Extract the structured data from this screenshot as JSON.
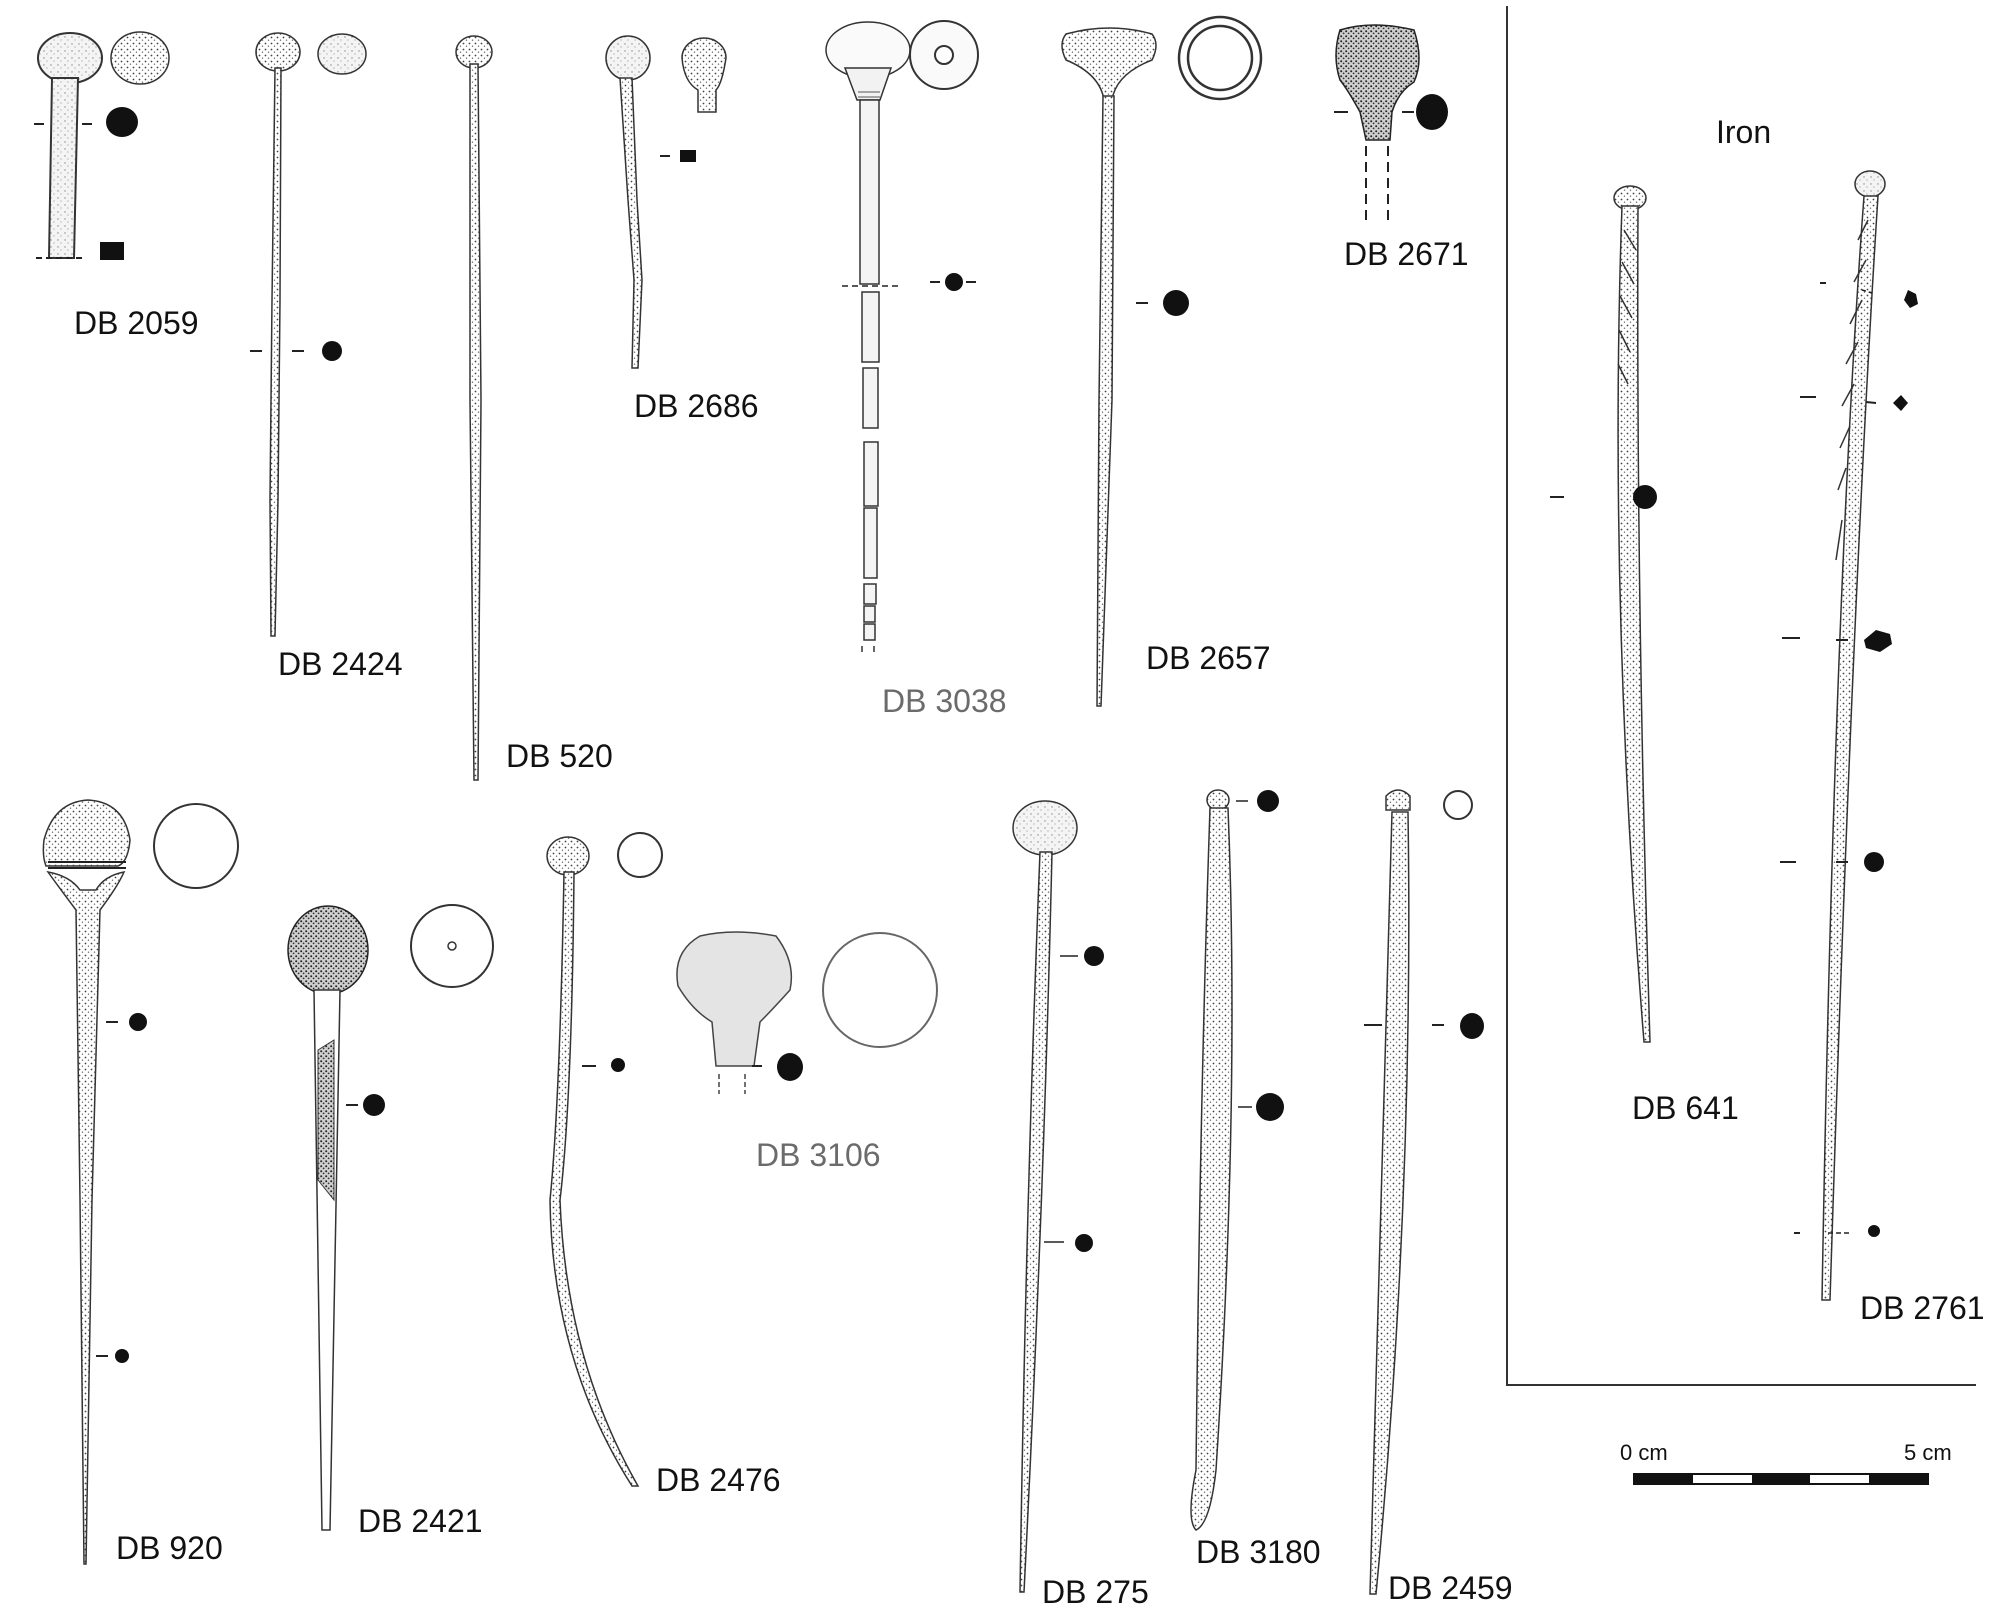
{
  "plate": {
    "group_label": "Iron",
    "scale": {
      "start_label": "0 cm",
      "end_label": "5 cm"
    },
    "pins": [
      {
        "id": "db2059",
        "label": "DB 2059"
      },
      {
        "id": "db2424",
        "label": "DB 2424"
      },
      {
        "id": "db520",
        "label": "DB 520"
      },
      {
        "id": "db2686",
        "label": "DB 2686"
      },
      {
        "id": "db3038",
        "label": "DB 3038"
      },
      {
        "id": "db2657",
        "label": "DB 2657"
      },
      {
        "id": "db2671",
        "label": "DB 2671"
      },
      {
        "id": "db641",
        "label": "DB 641"
      },
      {
        "id": "db2761",
        "label": "DB 2761"
      },
      {
        "id": "db920",
        "label": "DB 920"
      },
      {
        "id": "db2421",
        "label": "DB 2421"
      },
      {
        "id": "db2476",
        "label": "DB 2476"
      },
      {
        "id": "db3106",
        "label": "DB 3106"
      },
      {
        "id": "db275",
        "label": "DB 275"
      },
      {
        "id": "db3180",
        "label": "DB 3180"
      },
      {
        "id": "db2459",
        "label": "DB 2459"
      }
    ]
  }
}
